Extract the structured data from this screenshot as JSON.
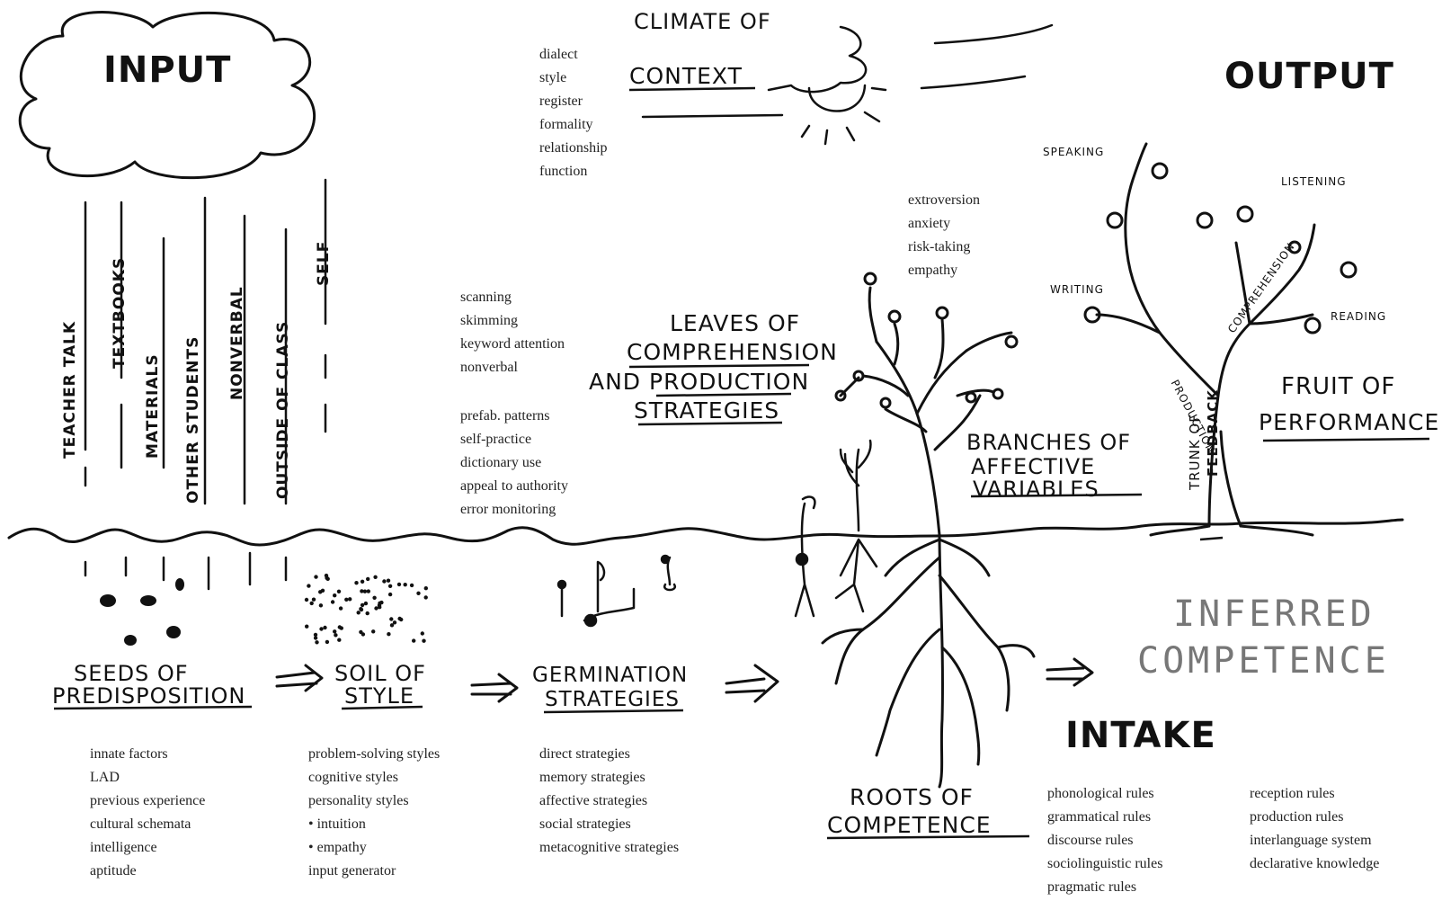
{
  "labels": {
    "input": "INPUT",
    "output": "OUTPUT",
    "climate": "CLIMATE OF",
    "context": "CONTEXT",
    "leaves_1": "LEAVES OF",
    "leaves_2": "COMPREHENSION",
    "leaves_3": "AND PRODUCTION",
    "leaves_4": "STRATEGIES",
    "branches_1": "BRANCHES OF",
    "branches_2": "AFFECTIVE",
    "branches_3": "VARIABLES",
    "fruit_1": "FRUIT OF",
    "fruit_2": "PERFORMANCE",
    "seeds_1": "SEEDS OF",
    "seeds_2": "PREDISPOSITION",
    "soil_1": "SOIL OF",
    "soil_2": "STYLE",
    "germination_1": "GERMINATION",
    "germination_2": "STRATEGIES",
    "roots_1": "ROOTS OF",
    "roots_2": "COMPETENCE",
    "inferred_1": "INFERRED",
    "inferred_2": "COMPETENCE",
    "intake": "INTAKE",
    "trunk_1": "TRUNK OF",
    "trunk_2": "FEEDBACK",
    "speaking": "SPEAKING",
    "listening": "LISTENING",
    "writing": "WRITING",
    "reading": "READING",
    "production": "PRODUCTION",
    "comprehension": "COMPREHENSION",
    "arrow": "=>"
  },
  "input_sources": [
    "TEACHER TALK",
    "TEXTBOOKS",
    "MATERIALS",
    "OTHER STUDENTS",
    "NONVERBAL",
    "OUTSIDE OF CLASS",
    "SELF"
  ],
  "lists": {
    "context": [
      "dialect",
      "style",
      "register",
      "formality",
      "relationship",
      "function"
    ],
    "affective": [
      "extroversion",
      "anxiety",
      "risk-taking",
      "empathy"
    ],
    "comprehension": [
      "scanning",
      "skimming",
      "keyword attention",
      "nonverbal"
    ],
    "production": [
      "prefab. patterns",
      "self-practice",
      "dictionary use",
      "appeal to authority",
      "error monitoring"
    ],
    "seeds": [
      "innate factors",
      "LAD",
      "previous experience",
      "cultural schemata",
      "intelligence",
      "aptitude"
    ],
    "soil": [
      "problem-solving styles",
      "cognitive styles",
      "personality styles",
      "• intuition",
      "• empathy",
      "input generator"
    ],
    "germination": [
      "direct strategies",
      "memory strategies",
      "affective strategies",
      "social strategies",
      "metacognitive strategies"
    ],
    "roots_rules_1": [
      "phonological rules",
      "grammatical rules",
      "discourse rules",
      "sociolinguistic rules",
      "pragmatic rules"
    ],
    "roots_rules_2": [
      "reception rules",
      "production rules",
      "interlanguage system",
      "declarative knowledge"
    ]
  }
}
